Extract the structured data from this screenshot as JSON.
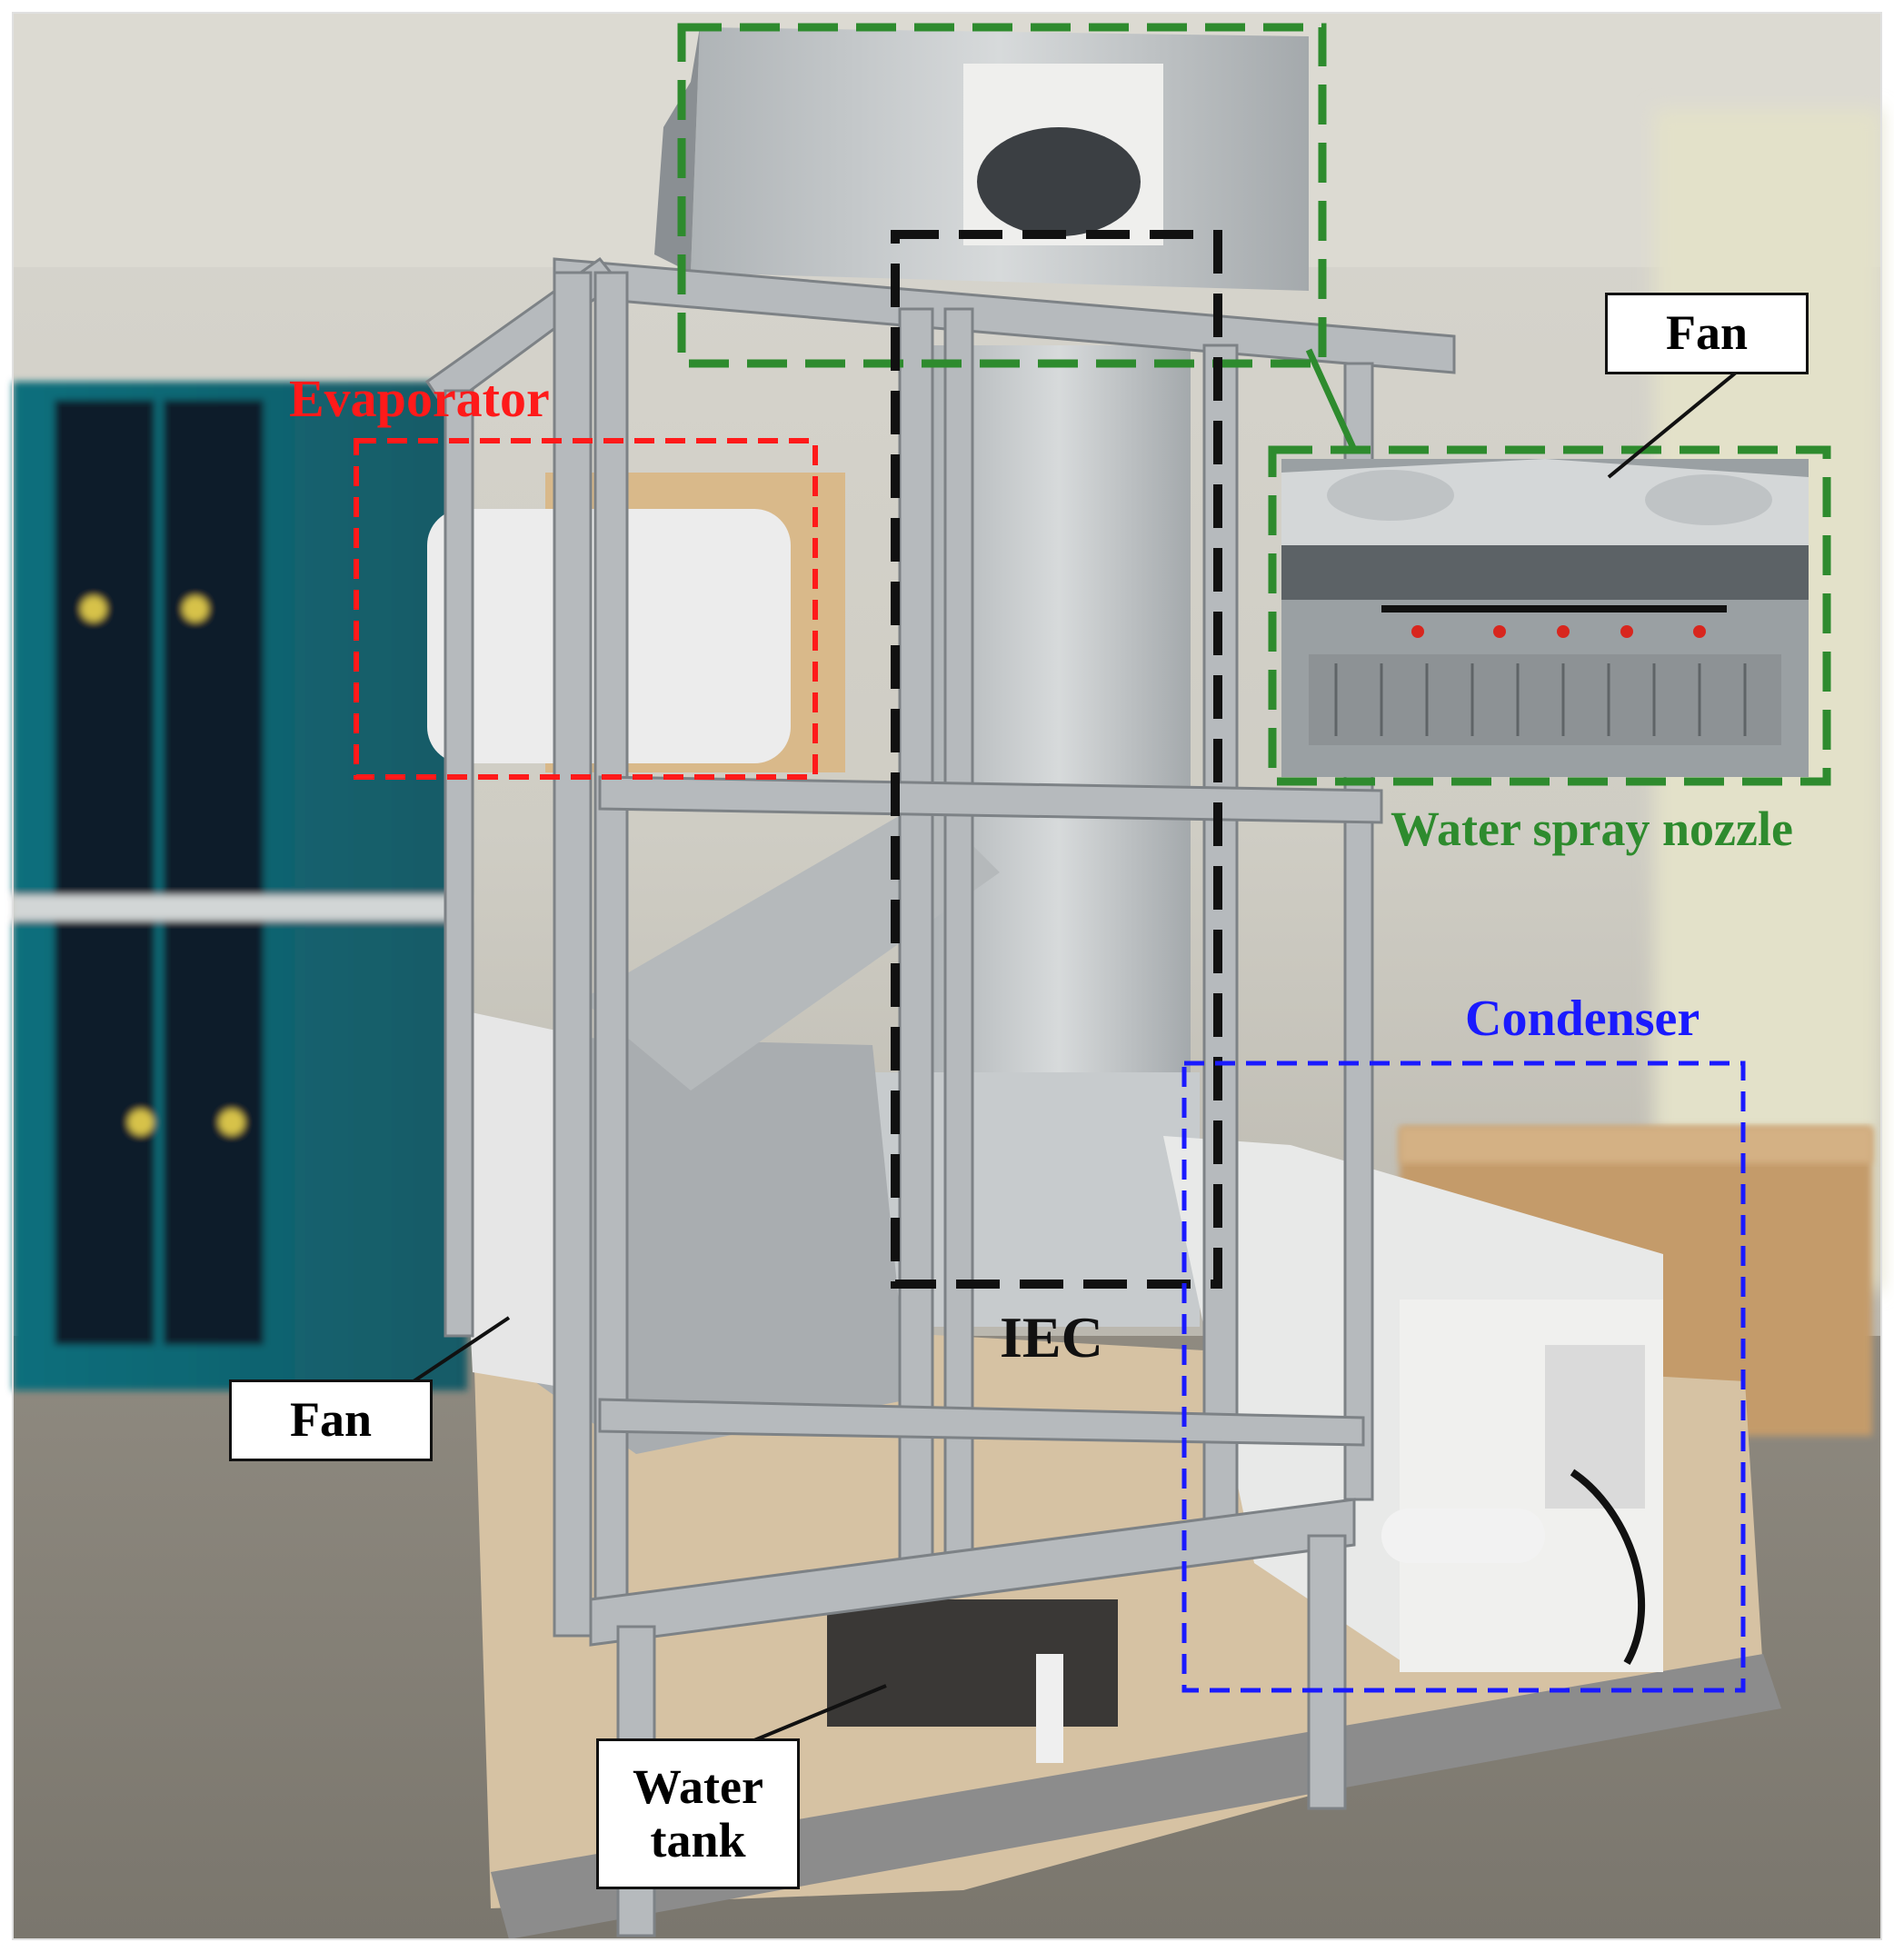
{
  "labels": {
    "evaporator": "Evaporator",
    "iec": "IEC",
    "condenser": "Condenser",
    "water_spray_nozzle": "Water spray nozzle",
    "fan_top": "Fan",
    "fan_left": "Fan",
    "water_tank_line1": "Water",
    "water_tank_line2": "tank"
  },
  "colors": {
    "evaporator": "#ff1a1a",
    "iec": "#111111",
    "condenser": "#1a1aff",
    "water_spray_nozzle": "#2e8b2e"
  }
}
